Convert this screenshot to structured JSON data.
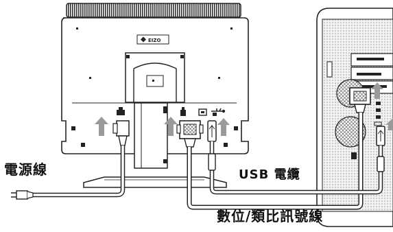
{
  "labels": {
    "power_cable": "電源線",
    "usb_cable": "USB 電纜",
    "signal_cable": "數位/類比訊號線"
  },
  "monitor": {
    "logo_text": "EIZO"
  },
  "colors": {
    "line": "#222222",
    "cable_fill": "#ffffff",
    "arrow": "#9a9a9a",
    "tower_fill": "#f2f2f2",
    "grid": "#b5b5b5"
  },
  "icons": [
    "power-connector-icon",
    "dvi-port-icon",
    "dsub-port-icon",
    "usb-port-icon",
    "up-arrow-icon"
  ]
}
